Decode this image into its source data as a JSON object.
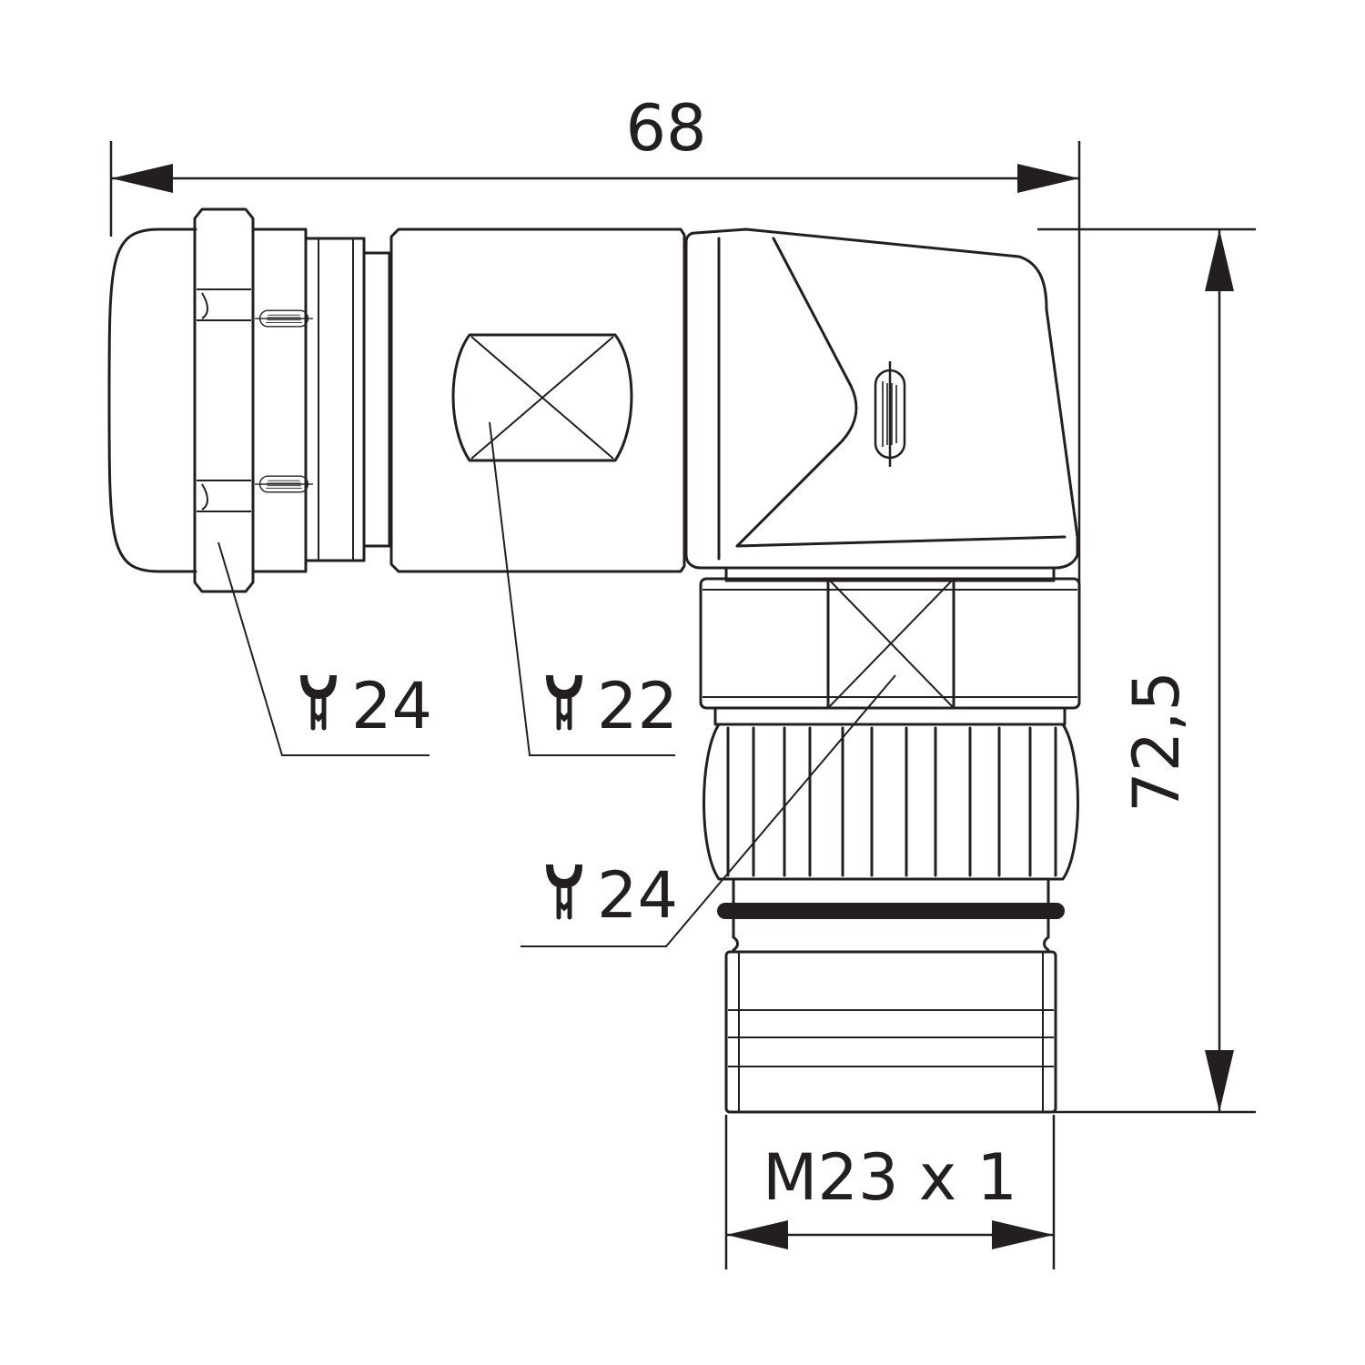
{
  "dimensions": {
    "overall_width": "68",
    "overall_height": "72,5",
    "thread": "M23 x 1"
  },
  "wrench_sizes": {
    "gland_nut": "24",
    "body_flats": "22",
    "coupling_nut": "24"
  },
  "icons": {
    "wrench": "wrench-icon",
    "logo": "hummel-logo"
  },
  "colors": {
    "line": "#231f20",
    "background": "#ffffff"
  }
}
